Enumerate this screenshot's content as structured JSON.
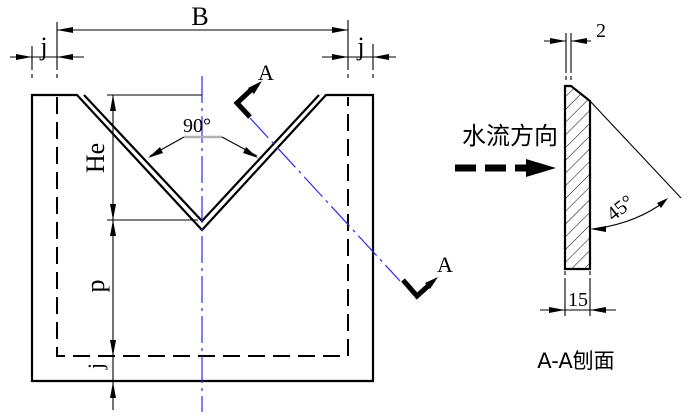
{
  "front_view": {
    "dim_width_total": "B",
    "dim_wall_left": "j",
    "dim_wall_right": "j",
    "dim_head_height": "He",
    "dim_crest_height": "p",
    "dim_wall_bottom": "j",
    "notch_angle": "90°",
    "section_label_top": "A",
    "section_label_bottom": "A"
  },
  "section_view": {
    "crest_edge_thickness": "2",
    "bevel_angle": "45°",
    "plate_thickness": "15",
    "flow_direction_label": "水流方向",
    "caption": "A-A刨面"
  },
  "colors": {
    "line": "#000000",
    "centerline_blue": "#2b2bef",
    "angle_bar_gray": "#b0b0b0",
    "background": "#ffffff"
  }
}
